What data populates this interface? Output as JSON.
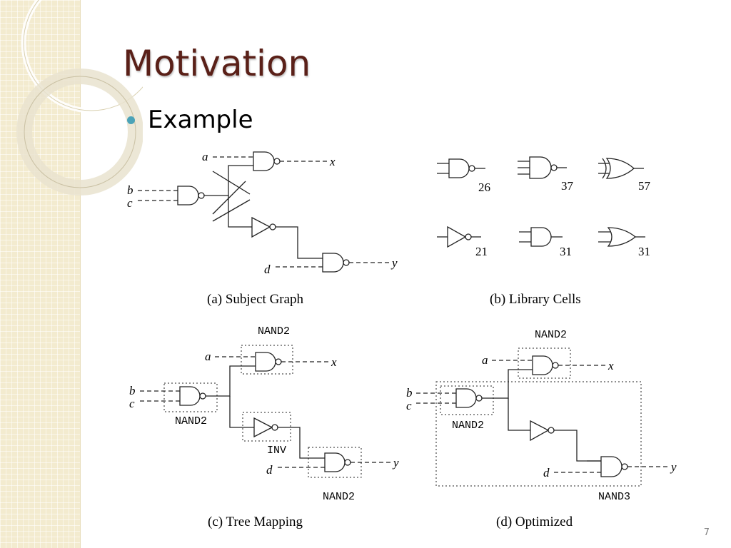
{
  "slide": {
    "title": "Motivation",
    "bullet": "Example",
    "page_number": "7"
  },
  "figure": {
    "subject_graph": {
      "caption": "(a)  Subject Graph",
      "inputs": [
        "a",
        "b",
        "c",
        "d"
      ],
      "outputs": [
        "x",
        "y"
      ]
    },
    "library_cells": {
      "caption": "(b)  Library Cells",
      "costs": [
        "26",
        "37",
        "57",
        "21",
        "31",
        "31"
      ]
    },
    "tree_mapping": {
      "caption": "(c)  Tree Mapping",
      "inputs": [
        "a",
        "b",
        "c",
        "d"
      ],
      "outputs": [
        "x",
        "y"
      ],
      "cell_labels": [
        "NAND2",
        "NAND2",
        "INV",
        "NAND2"
      ]
    },
    "optimized": {
      "caption": "(d)  Optimized",
      "inputs": [
        "a",
        "b",
        "c",
        "d"
      ],
      "outputs": [
        "x",
        "y"
      ],
      "cell_labels": [
        "NAND2",
        "NAND2",
        "NAND3"
      ]
    }
  }
}
